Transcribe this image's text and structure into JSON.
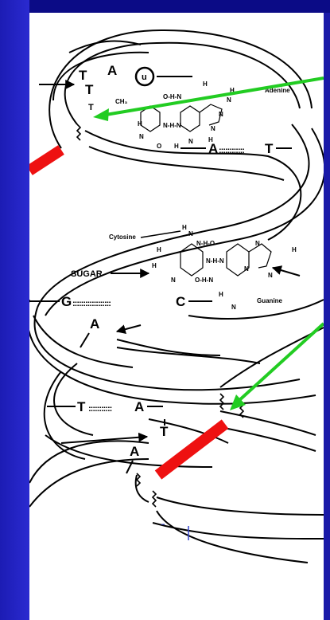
{
  "diagram": {
    "bases_top": {
      "t1": "T",
      "a1": "A",
      "t2": "T",
      "u_circle": "u",
      "t3": "T"
    },
    "top_molecule": {
      "ch3": "CH₃",
      "adenine": "Adenine",
      "o_h_n": "O-H-N",
      "n_h_n": "N-H-N",
      "h1": "H",
      "h2": "H",
      "h3": "H",
      "h4": "H",
      "h5": "H",
      "n1": "N",
      "n2": "N",
      "n3": "N",
      "n4": "N",
      "n5": "N",
      "o1": "O"
    },
    "pair_at": {
      "a": "A",
      "dots": "::::::::::::",
      "t": "T"
    },
    "middle_molecule": {
      "cytosine": "Cytosine",
      "guanine": "Guanine",
      "sugar": "SUGAR",
      "n_h_o": "N-H-O",
      "n_h_n": "N-H-N",
      "o_h_n": "O-H-N",
      "h1": "H",
      "h2": "H",
      "h3": "H",
      "h4": "H",
      "h5": "H",
      "n1": "N",
      "n2": "N",
      "n3": "N",
      "n4": "N",
      "n5": "N",
      "n6": "N"
    },
    "pair_gc": {
      "g": "G",
      "dots": "::::::::::::::::::",
      "c": "C"
    },
    "lower": {
      "a_mid": "A",
      "pair_ta": {
        "t": "T",
        "dots": ":::::::::::",
        "a": "A"
      },
      "t_low": "T",
      "a_low": "A"
    }
  },
  "colors": {
    "frame": "#1a1aa8",
    "frame_top": "#0b0b86",
    "arrow_green": "#22cc22",
    "marker_red": "#ee1111",
    "ink": "#000000"
  },
  "icons": [
    "green-arrow-icon",
    "red-bar-icon",
    "black-arrow-icon"
  ]
}
